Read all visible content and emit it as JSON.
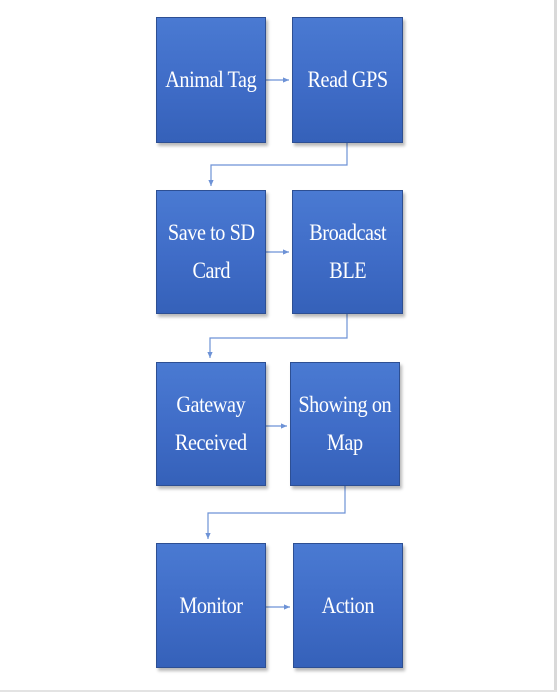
{
  "diagram": {
    "nodes": [
      {
        "label": "Animal Tag"
      },
      {
        "label": "Read GPS"
      },
      {
        "label": "Save to SD\nCard"
      },
      {
        "label": "Broadcast\nBLE"
      },
      {
        "label": "Gateway\nReceived"
      },
      {
        "label": "Showing on\nMap"
      },
      {
        "label": "Monitor"
      },
      {
        "label": "Action"
      }
    ],
    "connector_color": "#6d92d6"
  }
}
